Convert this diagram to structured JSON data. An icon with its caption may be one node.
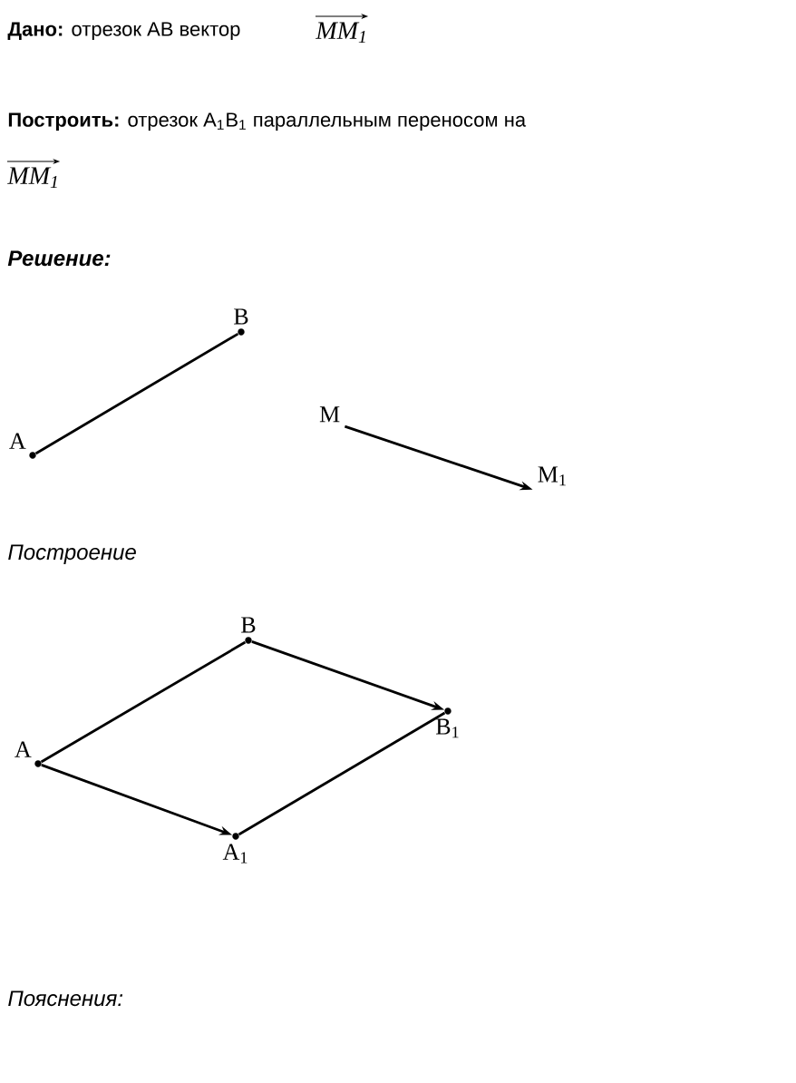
{
  "diagram": {
    "nodes": [
      {
        "text": [
          "A"
        ]
      },
      {
        "text": [
          "B"
        ]
      },
      {
        "text": [
          "M"
        ]
      },
      {
        "text": [
          "M$_{1}$"
        ]
      },
      {
        "text": [
          "A"
        ]
      },
      {
        "text": [
          "B"
        ]
      },
      {
        "text": [
          "B$_{1}$"
        ]
      },
      {
        "text": [
          "A$_{1}$"
        ]
      }
    ],
    "edges": [
      {
        "from": 0,
        "to": 1,
        "arrow": "none"
      },
      {
        "from": 2,
        "to": 3,
        "arrow": "to"
      },
      {
        "from": 4,
        "to": 5,
        "arrow": "none"
      },
      {
        "from": 5,
        "to": 6,
        "arrow": "to"
      },
      {
        "from": 4,
        "to": 7,
        "arrow": "to"
      },
      {
        "from": 7,
        "to": 6,
        "arrow": "none"
      }
    ],
    "labels": [
      "**Дано:** отрезок AB  вектор",
      "MM$_{1}$",
      "**Построить:** отрезок A$_{1}$B$_{1}$ параллельным переносом на",
      "MM$_{1}$",
      "Решение:",
      "Построение",
      "Пояснения:"
    ]
  }
}
